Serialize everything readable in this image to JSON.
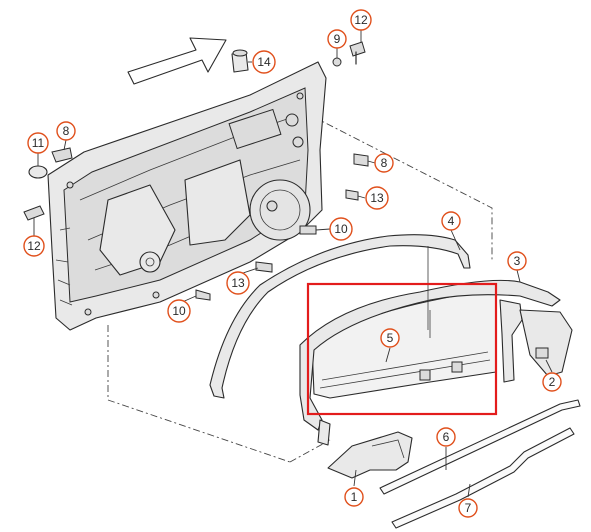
{
  "callouts": [
    {
      "id": "c1",
      "label": "1"
    },
    {
      "id": "c2",
      "label": "2"
    },
    {
      "id": "c3",
      "label": "3"
    },
    {
      "id": "c4",
      "label": "4"
    },
    {
      "id": "c5",
      "label": "5"
    },
    {
      "id": "c6",
      "label": "6"
    },
    {
      "id": "c7",
      "label": "7"
    },
    {
      "id": "c8a",
      "label": "8"
    },
    {
      "id": "c8b",
      "label": "8"
    },
    {
      "id": "c9",
      "label": "9"
    },
    {
      "id": "c10a",
      "label": "10"
    },
    {
      "id": "c10b",
      "label": "10"
    },
    {
      "id": "c11",
      "label": "11"
    },
    {
      "id": "c12a",
      "label": "12"
    },
    {
      "id": "c12b",
      "label": "12"
    },
    {
      "id": "c13a",
      "label": "13"
    },
    {
      "id": "c13b",
      "label": "13"
    },
    {
      "id": "c14",
      "label": "14"
    }
  ],
  "colors": {
    "callout_ring": "#e0501c",
    "highlight_box": "#e31c1c",
    "line": "#2b2b2b"
  }
}
